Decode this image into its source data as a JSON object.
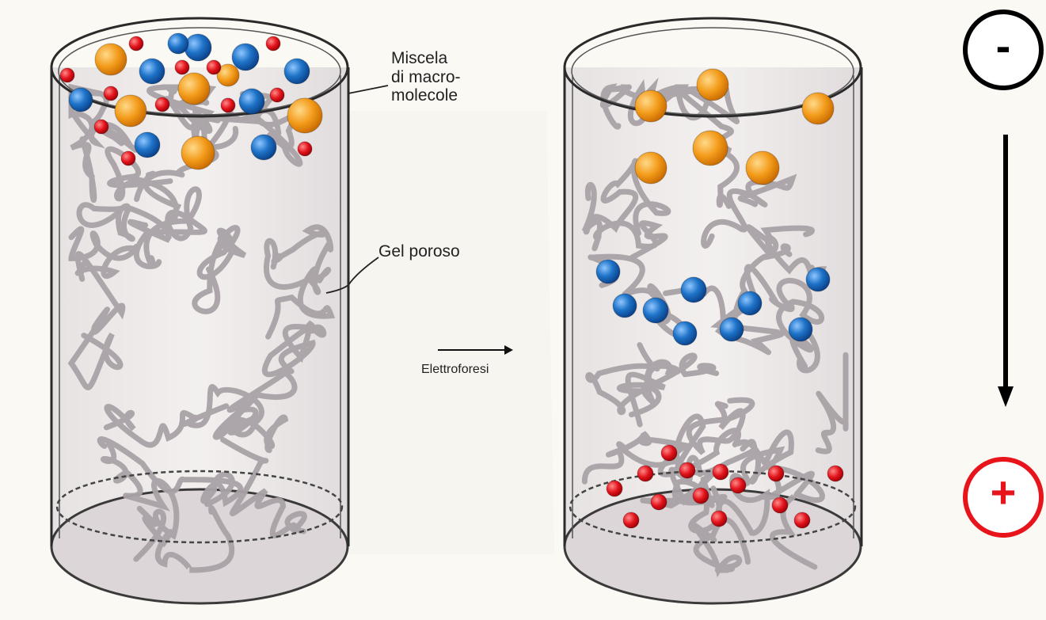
{
  "labels": {
    "mixture": "Miscela\ndi macro-\nmolecole",
    "gel": "Gel poroso",
    "electrophoresis": "Elettroforesi"
  },
  "electrodes": {
    "negative": "-",
    "positive": "+"
  },
  "colors": {
    "background": "#fbf9f4",
    "gel_fill": "#ebe7e6",
    "strand": "#a9a2a6",
    "orange": "#f39b1a",
    "blue": "#1e73c8",
    "red": "#e3141c",
    "negative": "#000000",
    "positive": "#e8141c"
  },
  "icons": {
    "negative": "minus-circle-icon",
    "positive": "plus-circle-icon",
    "direction": "arrow-down-icon"
  }
}
